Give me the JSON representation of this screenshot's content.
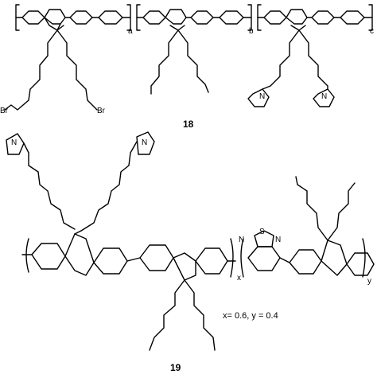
{
  "compound_18": {
    "number": "18",
    "subscripts": [
      "a",
      "b",
      "c"
    ],
    "atoms": {
      "br_left": "Br",
      "br_right": "Br",
      "n": "N"
    }
  },
  "compound_19": {
    "number": "19",
    "subscripts": [
      "x",
      "y"
    ],
    "atoms": {
      "s": "S",
      "n": "N"
    },
    "ratio": "x= 0.6, y = 0.4"
  }
}
